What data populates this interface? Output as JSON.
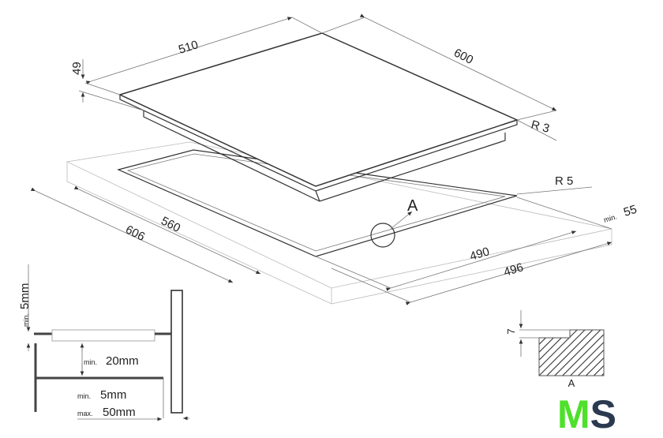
{
  "dimensions": {
    "top_width": "510",
    "top_depth": "600",
    "thickness": "49",
    "corner_radius_top": "R 3",
    "cutout_radius": "R 5",
    "cutout_width": "560",
    "worktop_width": "606",
    "cutout_depth": "490",
    "worktop_depth": "496",
    "min_edge_label": "min.",
    "min_edge_value": "55",
    "detail_marker": "A"
  },
  "side_detail": {
    "top_min_label": "min.",
    "top_min_value": "5mm",
    "gap_min_label": "min.",
    "gap_min_value": "20mm",
    "wall_min_label": "min.",
    "wall_min_value": "5mm",
    "wall_max_label": "max.",
    "wall_max_value": "50mm"
  },
  "section_a": {
    "step_value": "7",
    "label": "A"
  },
  "logo": {
    "text": "MS",
    "color_m": "#4ee02a",
    "color_s": "#2b3a4f"
  }
}
